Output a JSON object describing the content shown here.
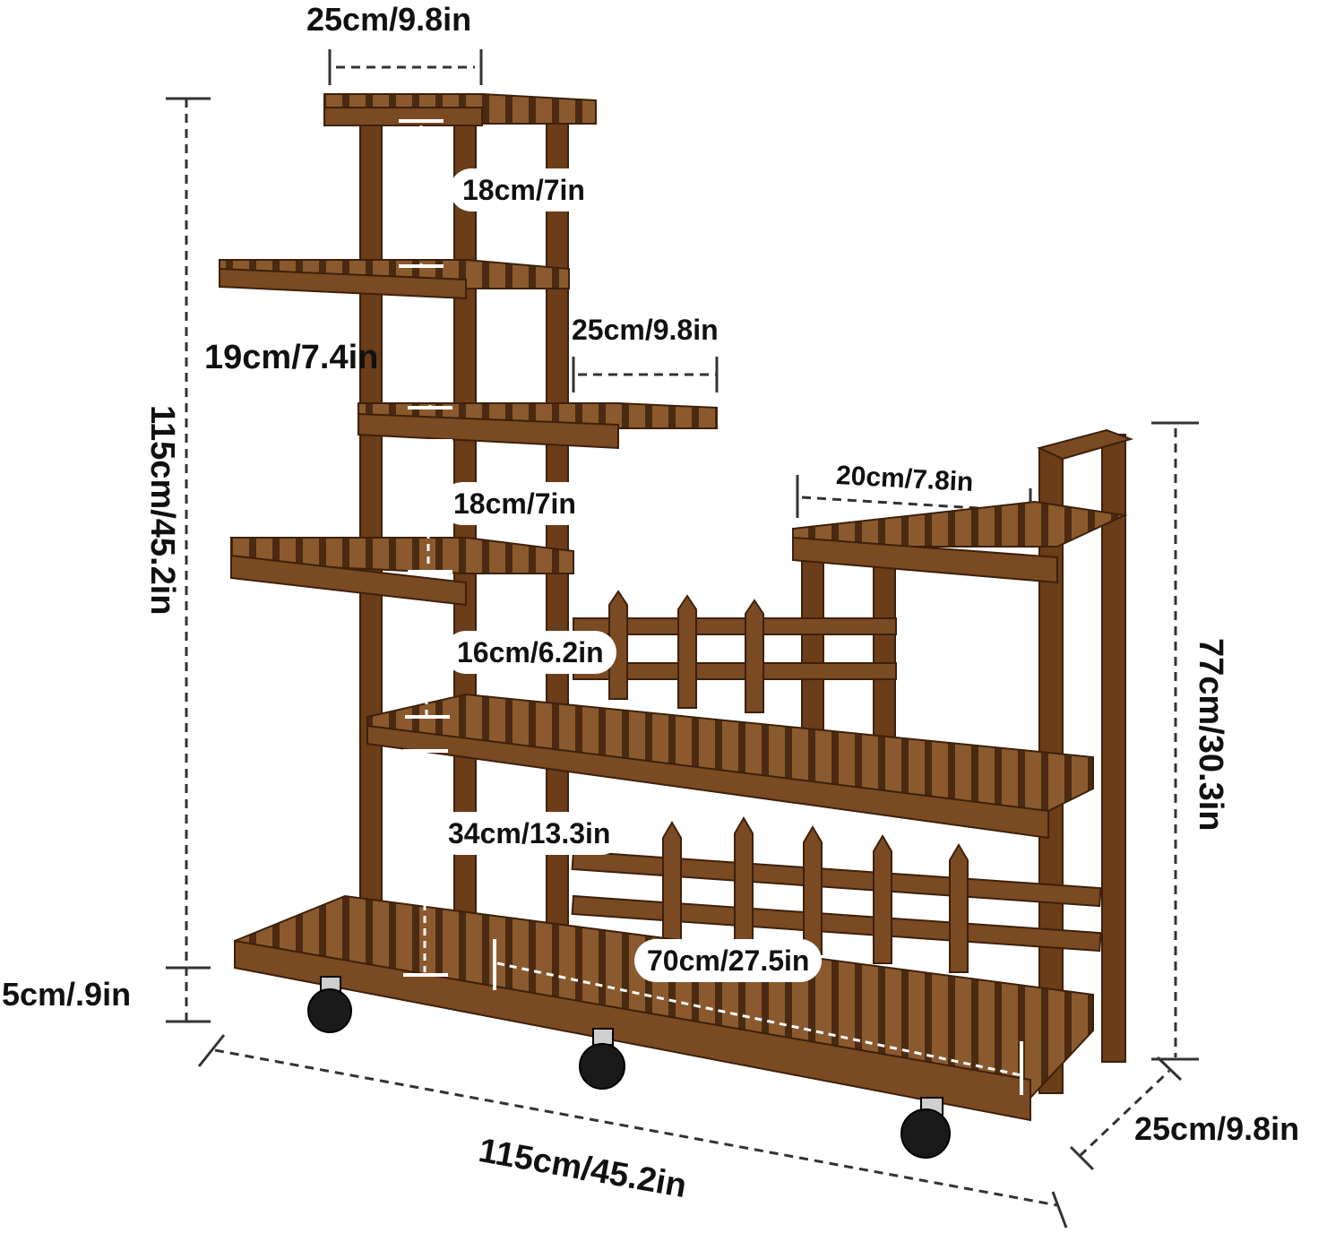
{
  "colors": {
    "wood_dark": "#5a3414",
    "wood_mid": "#7a4a22",
    "wood_light": "#9c6a3c",
    "wheel": "#1a1a1a",
    "dimension_line": "#333333",
    "guide_line": "#ffffff"
  },
  "dimensions": {
    "top_width": "25cm/9.8in",
    "total_height": "115cm/45.2in",
    "gap_top": "18cm/7in",
    "gap_second": "19cm/7.4in",
    "middle_shelf_width": "25cm/9.8in",
    "gap_third": "18cm/7in",
    "right_top_width": "20cm/7.8in",
    "gap_fourth": "16cm/6.2in",
    "right_height": "77cm/30.3in",
    "gap_bottom": "34cm/13.3in",
    "inner_bottom_width": "70cm/27.5in",
    "wheel_height": "5cm/.9in",
    "depth": "25cm/9.8in",
    "total_width": "115cm/45.2in"
  }
}
